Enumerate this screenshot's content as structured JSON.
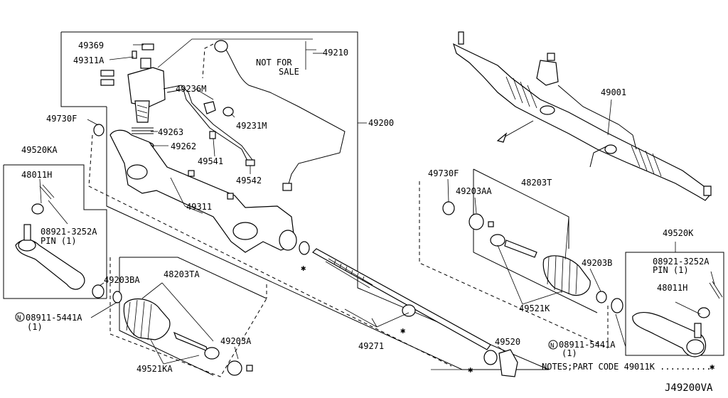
{
  "labels": {
    "p49369": "49369",
    "p49311A": "49311A",
    "notForSale1": "NOT FOR",
    "notForSale2": "SALE",
    "p49210": "49210",
    "p49236M": "49236M",
    "p49231M": "49231M",
    "p49730F_l": "49730F",
    "p49263": "49263",
    "p49262": "49262",
    "p49200": "49200",
    "p49520KA": "49520KA",
    "p48011H_l": "48011H",
    "p49541": "49541",
    "p49542": "49542",
    "p08921_l": "08921-3252A",
    "pin_l": "PIN (1)",
    "p49311": "49311",
    "p49203BA": "49203BA",
    "p48203TA": "48203TA",
    "p08911_l": "08911-5441A",
    "qty_l": "(1)",
    "p49203A": "49203A",
    "p49521KA": "49521KA",
    "p49271": "49271",
    "p49520": "49520",
    "p49001": "49001",
    "p49730F_r": "49730F",
    "p49203AA": "49203AA",
    "p48203T": "48203T",
    "p49203B": "49203B",
    "p49521K": "49521K",
    "p49520K": "49520K",
    "p08921_r": "08921-3252A",
    "pin_r": "PIN (1)",
    "p48011H_r": "48011H",
    "p08911_r": "08911-5441A",
    "qty_r": "(1)",
    "notes": "NOTES;PART CODE 49011K ..........",
    "asterisk": "✱",
    "nCircle": "N",
    "diagramCode": "J49200VA"
  }
}
